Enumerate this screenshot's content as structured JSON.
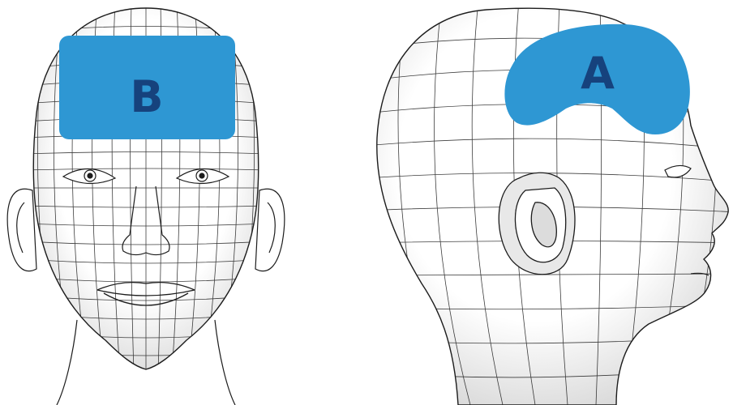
{
  "figure": {
    "panels": [
      {
        "view": "front",
        "marker": {
          "label": "B",
          "shape": "rounded-rectangle"
        }
      },
      {
        "view": "side-profile",
        "marker": {
          "label": "A",
          "shape": "kidney-blob"
        }
      }
    ]
  },
  "colors": {
    "marker_fill": "#2e97d3",
    "marker_text": "#16427d",
    "mesh_line": "#1c1c1c",
    "skin": "#ffffff"
  }
}
